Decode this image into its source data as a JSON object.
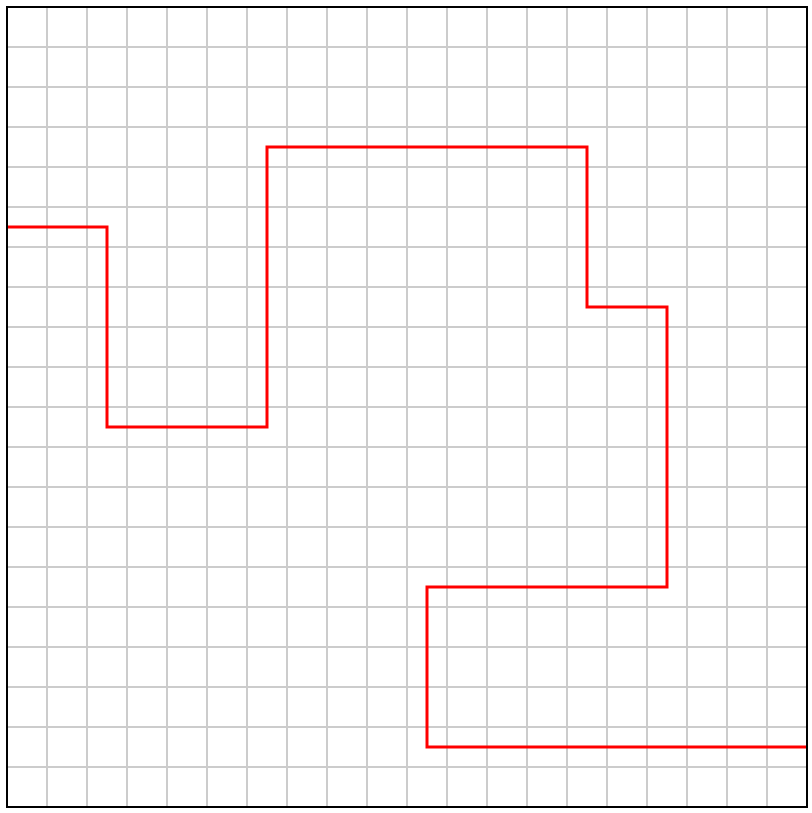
{
  "grid": {
    "columns": 20,
    "rows": 20,
    "line_color": "#cccccc",
    "border_color": "#000000",
    "background": "#ffffff"
  },
  "path": {
    "color": "#ff0000",
    "points": [
      [
        0,
        5.5
      ],
      [
        2.5,
        5.5
      ],
      [
        2.5,
        10.5
      ],
      [
        6.5,
        10.5
      ],
      [
        6.5,
        3.5
      ],
      [
        14.5,
        3.5
      ],
      [
        14.5,
        7.5
      ],
      [
        16.5,
        7.5
      ],
      [
        16.5,
        14.5
      ],
      [
        10.5,
        14.5
      ],
      [
        10.5,
        18.5
      ],
      [
        20,
        18.5
      ]
    ]
  }
}
